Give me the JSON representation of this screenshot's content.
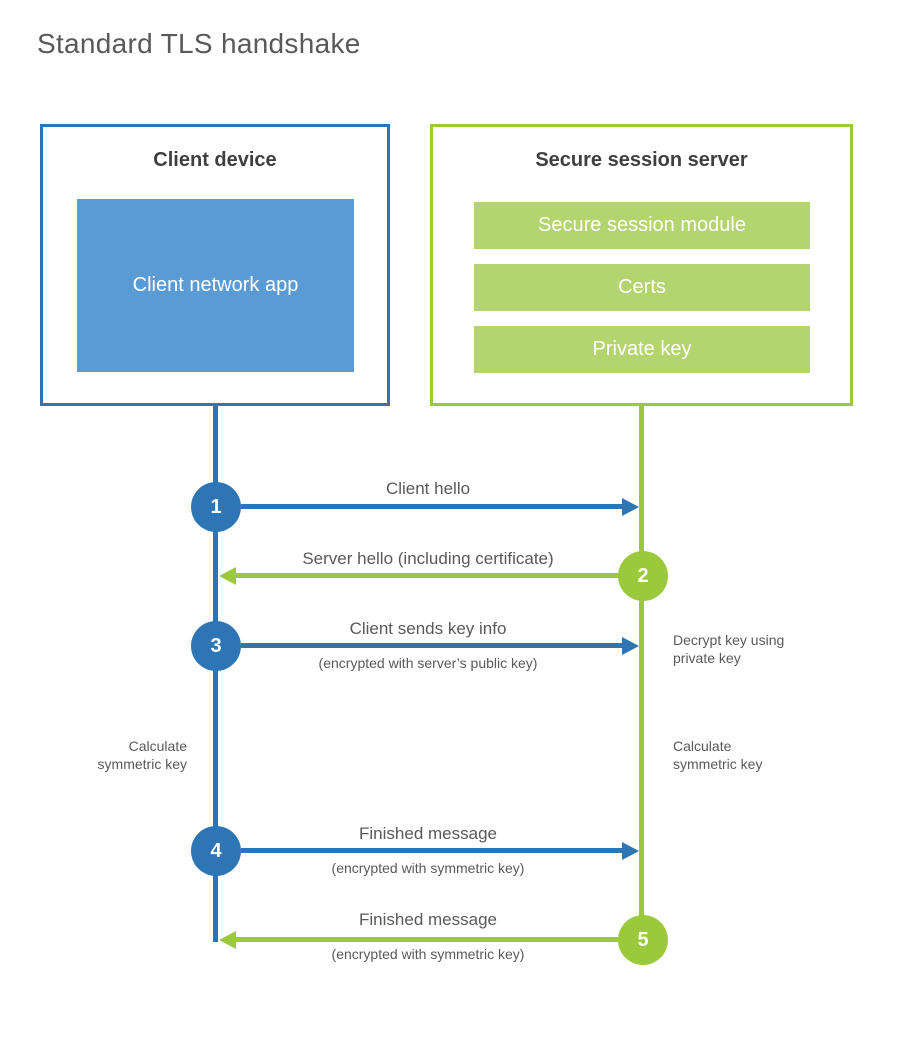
{
  "title": "Standard TLS handshake",
  "colors": {
    "client_primary": "#2E75B6",
    "client_fill": "#5B9BD5",
    "server_primary": "#9ACA3C",
    "server_fill": "#B4D470",
    "label_text": "#595959",
    "heading_text": "#3F3F3F",
    "box_text": "#FFFFFF"
  },
  "client": {
    "title": "Client device",
    "module": "Client network app"
  },
  "server": {
    "title": "Secure session server",
    "modules": [
      "Secure session module",
      "Certs",
      "Private key"
    ]
  },
  "steps": [
    {
      "num": "1",
      "label": "Client hello",
      "sublabel": "",
      "from": "client",
      "to": "server"
    },
    {
      "num": "2",
      "label": "Server hello (including certificate)",
      "sublabel": "",
      "from": "server",
      "to": "client"
    },
    {
      "num": "3",
      "label": "Client sends key info",
      "sublabel": "(encrypted with server’s public key)",
      "from": "client",
      "to": "server"
    },
    {
      "num": "4",
      "label": "Finished message",
      "sublabel": "(encrypted with symmetric key)",
      "from": "client",
      "to": "server"
    },
    {
      "num": "5",
      "label": "Finished message",
      "sublabel": "(encrypted with symmetric key)",
      "from": "server",
      "to": "client"
    }
  ],
  "annotations": {
    "decrypt_key": "Decrypt key using\nprivate key",
    "calculate_left": "Calculate\nsymmetric key",
    "calculate_right": "Calculate\nsymmetric key"
  }
}
